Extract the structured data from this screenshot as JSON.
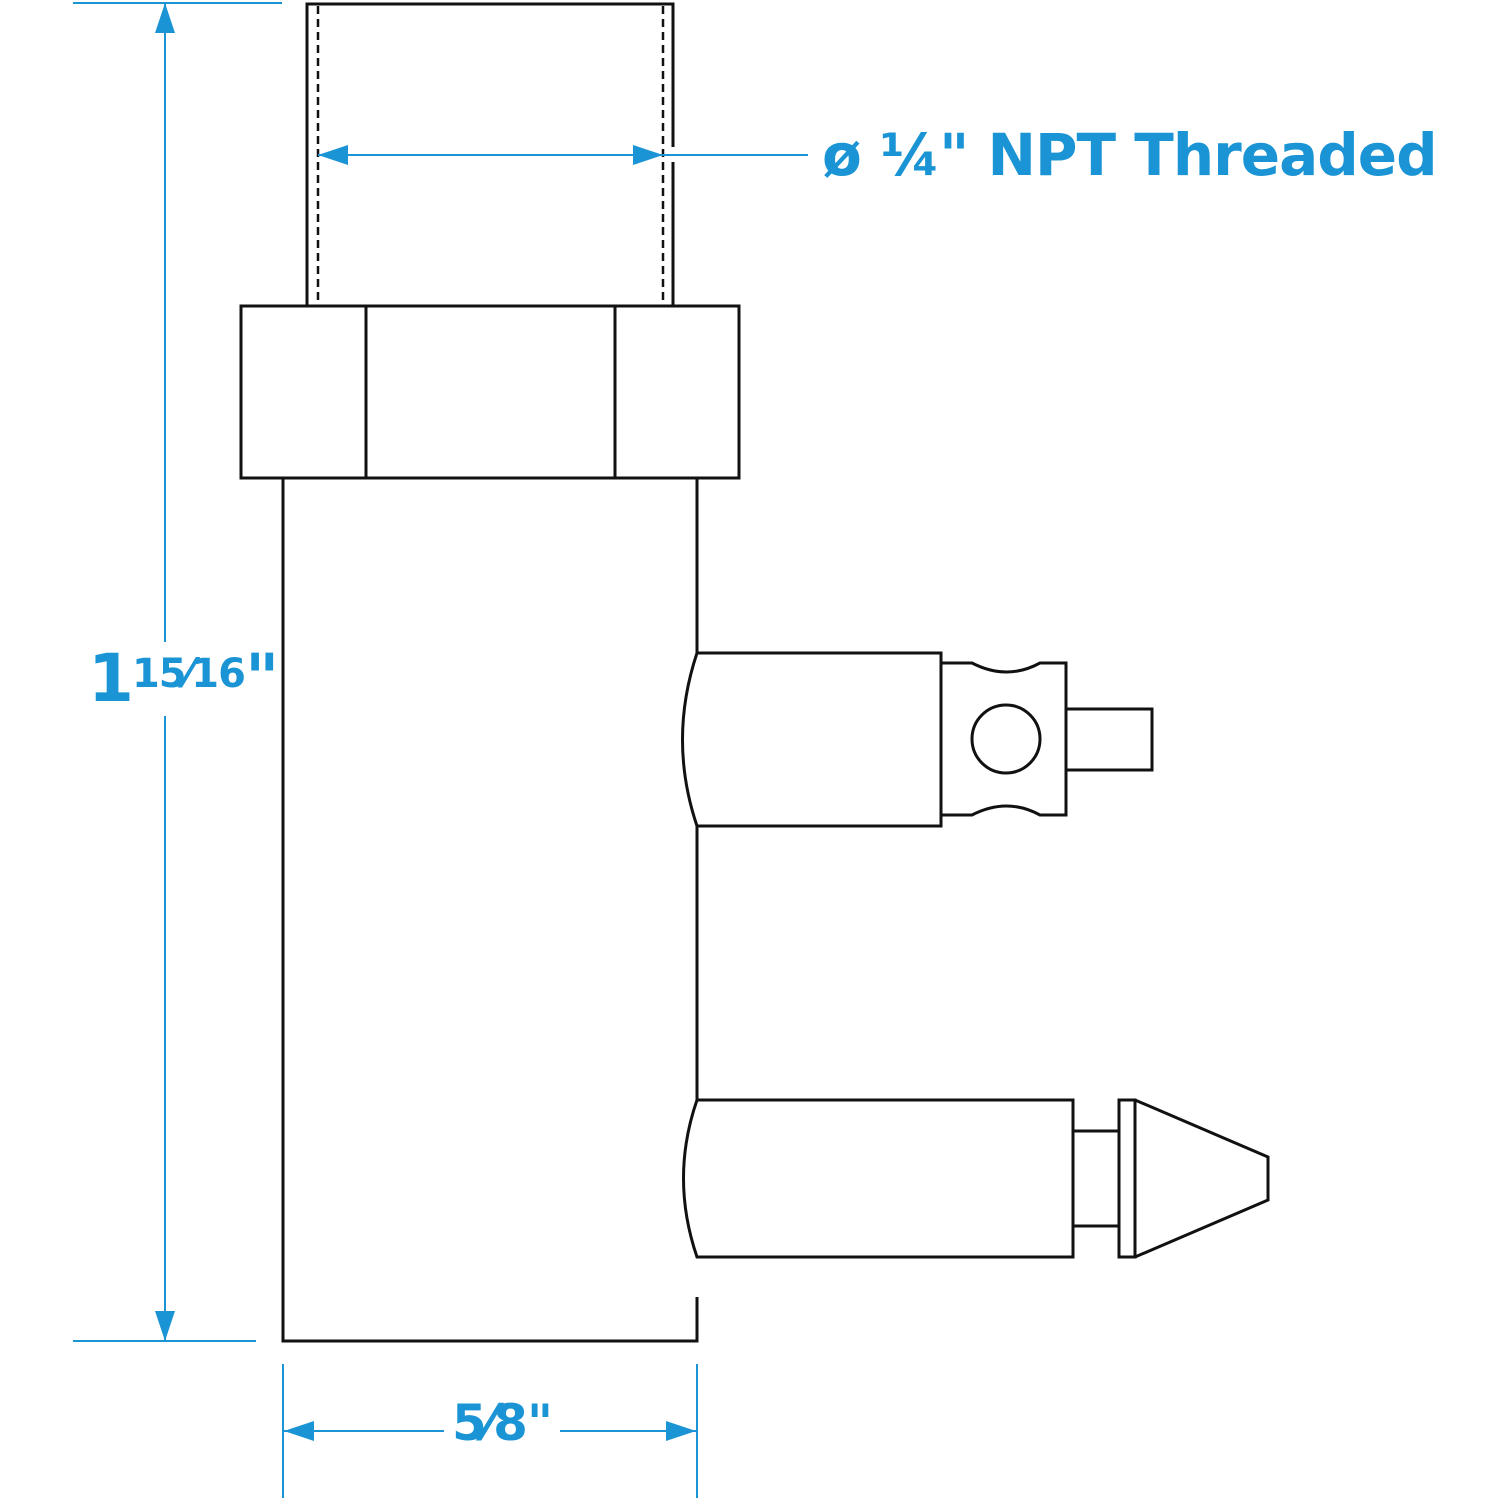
{
  "diagram": {
    "type": "technical-dimension-drawing",
    "subject": "threaded fitting with two side barbs",
    "colors": {
      "line": "#111111",
      "dimension": "#1a94d4",
      "background": "#ffffff"
    },
    "dimensions": {
      "thread": {
        "label": "ø ¼\" NPT Threaded",
        "symbol": "ø",
        "value": "¼\"",
        "text": "NPT Threaded"
      },
      "height": {
        "label": "1 15⁄16\"",
        "whole": "1",
        "fraction": "15⁄16",
        "unit": "\""
      },
      "width": {
        "label": "5⁄8\"",
        "fraction": "5⁄8",
        "unit": "\""
      }
    },
    "parts": [
      "threaded-neck",
      "hex-nut",
      "main-body",
      "upper-side-port",
      "upper-port-collar",
      "upper-port-tip",
      "lower-side-port",
      "lower-port-neck",
      "lower-port-barb"
    ]
  }
}
